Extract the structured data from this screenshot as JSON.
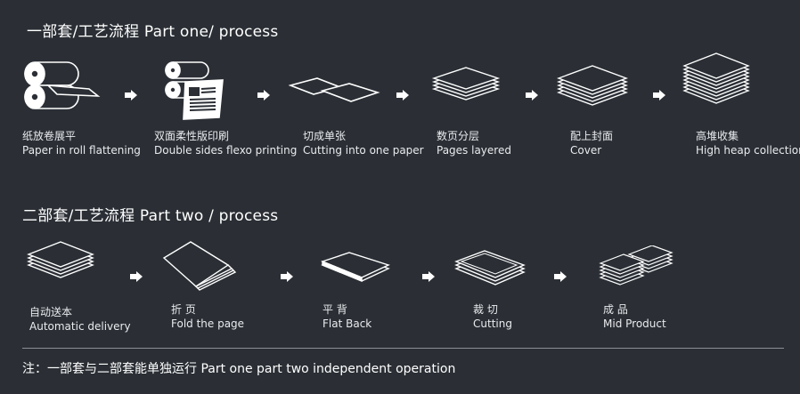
{
  "section1": {
    "title": "一部套/工艺流程  Part one/ process",
    "steps": [
      {
        "cn": "纸放卷展平",
        "en": "Paper in roll flattening",
        "icon": "paper-roll-icon"
      },
      {
        "cn": "双面柔性版印刷",
        "en": "Double sides flexo printing",
        "icon": "flexo-printing-icon"
      },
      {
        "cn": "切成单张",
        "en": "Cutting into one paper",
        "icon": "cut-sheets-icon"
      },
      {
        "cn": "数页分层",
        "en": "Pages layered",
        "icon": "layered-pages-icon"
      },
      {
        "cn": "配上封面",
        "en": "Cover",
        "icon": "cover-stack-icon"
      },
      {
        "cn": "高堆收集",
        "en": "High heap collection",
        "icon": "high-heap-icon"
      }
    ]
  },
  "section2": {
    "title": "二部套/工艺流程  Part two / process",
    "steps": [
      {
        "cn": "自动送本",
        "en": "Automatic delivery",
        "icon": "delivery-stack-icon"
      },
      {
        "cn": "折 页",
        "en": "Fold the page",
        "icon": "fold-page-icon"
      },
      {
        "cn": "平 背",
        "en": "Flat Back",
        "icon": "flat-back-icon"
      },
      {
        "cn": "裁 切",
        "en": "Cutting",
        "icon": "cutting-icon"
      },
      {
        "cn": "成 品",
        "en": "Mid Product",
        "icon": "mid-product-icon"
      }
    ]
  },
  "footer": {
    "note": "注：一部套与二部套能单独运行  Part one part two independent operation"
  },
  "colors": {
    "background": "#2b2f35",
    "foreground": "#ffffff"
  }
}
